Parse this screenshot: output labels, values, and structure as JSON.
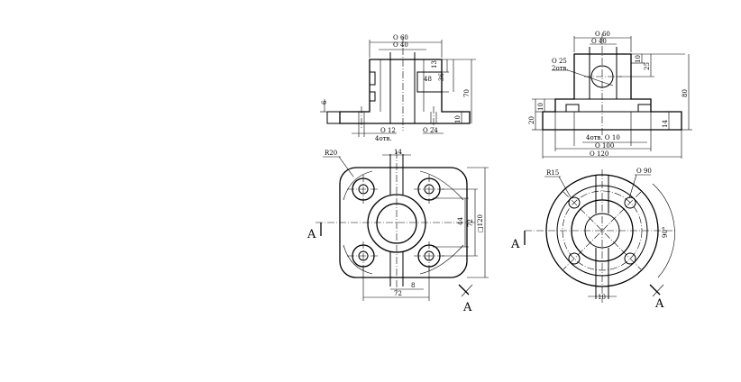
{
  "drawing": {
    "left_front": {
      "d60": "Ο 60",
      "d40": "Ο 40",
      "h13": "13",
      "h36": "36",
      "h48": "48",
      "h70": "70",
      "h6": "6",
      "h10": "10",
      "d12": "Ο 12",
      "d12_note": "4отв.",
      "d24": "Ο 24"
    },
    "left_top": {
      "r20": "R20",
      "w14": "14",
      "h44": "44",
      "h72": "72",
      "sq120": "□120",
      "w72": "72",
      "w8": "8",
      "sectionA_left": "A",
      "sectionA_right": "A"
    },
    "right_front": {
      "d60": "Ο 60",
      "d40": "Ο 40",
      "d25": "Ο 25",
      "d25_note": "2отв.",
      "h10": "10",
      "h25": "25",
      "h80": "80",
      "h20": "20",
      "h10b": "10",
      "h14": "14",
      "d10": "4отв. Ο 10",
      "d100": "Ο 100",
      "d120": "Ο 120"
    },
    "right_top": {
      "r15": "R15",
      "d90": "Ο 90",
      "angle": "90°",
      "w10": "10",
      "sectionA_left": "A",
      "sectionA_right": "A"
    }
  }
}
